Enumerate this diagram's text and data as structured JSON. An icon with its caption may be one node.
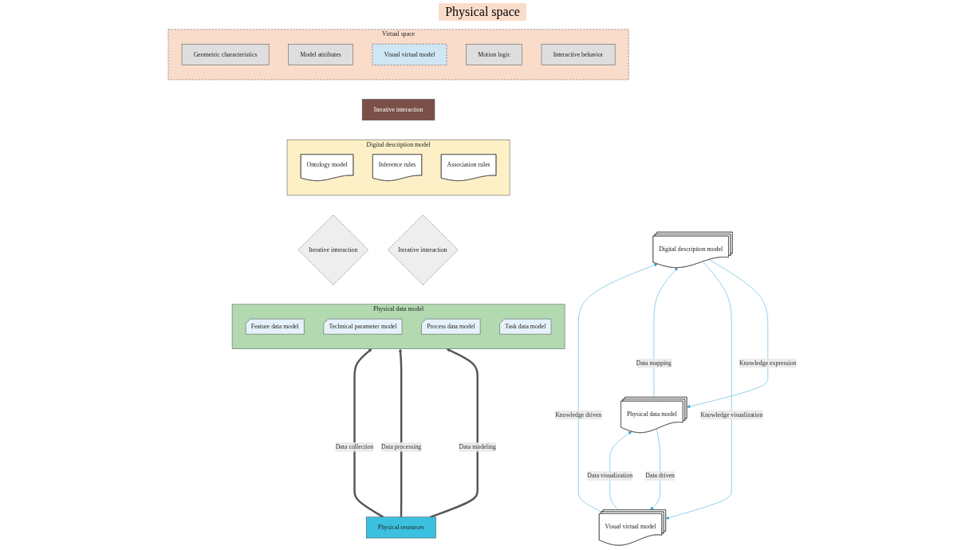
{
  "diagram": {
    "nodes": [
      {
        "text": [
          "Virtual space"
        ]
      },
      {
        "text": [
          "Geometric characteristics"
        ],
        "in": 0
      },
      {
        "text": [
          "Model attributes"
        ],
        "in": 0
      },
      {
        "text": [
          "Visual virtual model"
        ],
        "in": 0
      },
      {
        "text": [
          "Motion logic"
        ],
        "in": 0
      },
      {
        "text": [
          "Interactive behavior"
        ],
        "in": 0
      },
      {
        "text": [
          "Iterative interaction"
        ]
      },
      {
        "text": [
          "Digital description model"
        ]
      },
      {
        "text": [
          "Ontology model"
        ],
        "in": 7
      },
      {
        "text": [
          "Inference rules"
        ],
        "in": 7
      },
      {
        "text": [
          "Association rules"
        ],
        "in": 7
      },
      {
        "text": [
          "Iterative interaction"
        ]
      },
      {
        "text": [
          "Iterative interaction"
        ]
      },
      {
        "text": [
          "Physical data model"
        ]
      },
      {
        "text": [
          "Feature data model"
        ],
        "in": 13
      },
      {
        "text": [
          "Technical parameter model"
        ],
        "in": 13
      },
      {
        "text": [
          "Process data model"
        ],
        "in": 13
      },
      {
        "text": [
          "Task data model"
        ],
        "in": 13
      },
      {
        "text": [
          "Physical resources"
        ]
      },
      {
        "text": [
          "Visual virtual model"
        ]
      },
      {
        "text": [
          "Digital description model"
        ]
      },
      {
        "text": [
          "Physical data model"
        ]
      }
    ],
    "edges": [
      {
        "from": 18,
        "to": 13,
        "arrow": "to",
        "label": "Data collection",
        "style": "thick",
        "color": "#555555"
      },
      {
        "from": 18,
        "to": 13,
        "arrow": "to",
        "label": "Data processing",
        "style": "thick",
        "color": "#555555"
      },
      {
        "from": 18,
        "to": 13,
        "arrow": "to",
        "label": "Data modeling",
        "style": "thick",
        "color": "#555555"
      },
      {
        "from": 19,
        "to": 21,
        "arrow": "to",
        "label": "Data visualization"
      },
      {
        "from": 21,
        "to": 19,
        "arrow": "to",
        "label": "Data driven"
      },
      {
        "from": 19,
        "to": 20,
        "arrow": "to",
        "label": "Knowledge driven"
      },
      {
        "from": 20,
        "to": 19,
        "arrow": "to",
        "label": "Knowledge visualization"
      },
      {
        "from": 20,
        "to": 21,
        "arrow": "to",
        "label": "Knowledge expression"
      },
      {
        "from": 21,
        "to": 20,
        "arrow": "to",
        "label": "Data mapping"
      }
    ],
    "labels": [
      "Physical space"
    ]
  }
}
